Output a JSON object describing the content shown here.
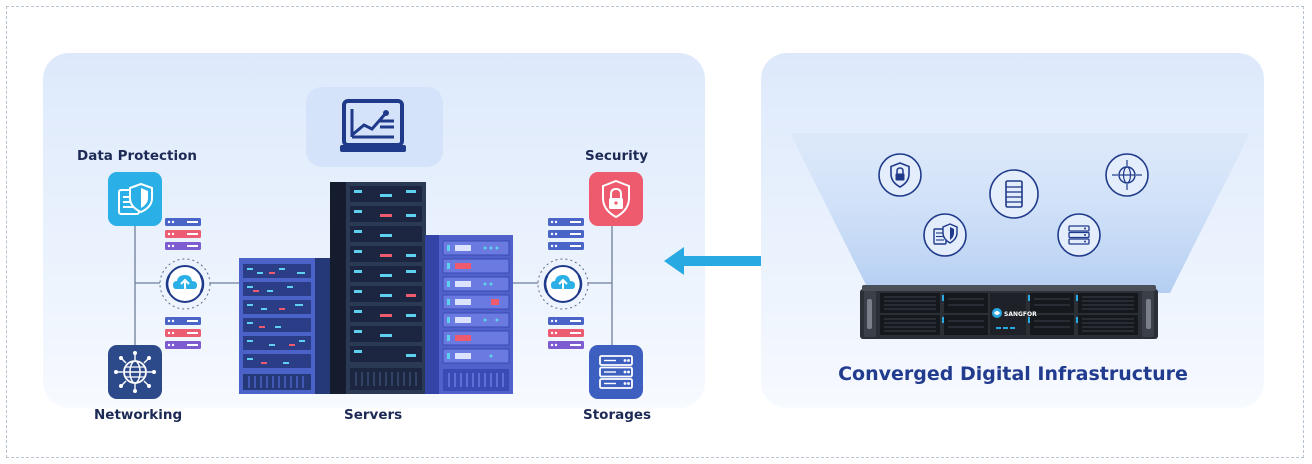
{
  "labels": {
    "data_protection": "Data Protection",
    "networking": "Networking",
    "servers": "Servers",
    "security": "Security",
    "storages": "Storages",
    "converged": "Converged Digital Infrastructure"
  },
  "appliance_brand": "SANGFOR",
  "colors": {
    "navy": "#1c2a55",
    "title_blue": "#213b8f",
    "accent_cyan": "#29a9e1",
    "security_pink": "#ee5b6e",
    "network_navy": "#2c4a8a",
    "storage_blue": "#3d5fc0",
    "rack_purple": "#5061cc",
    "rack_dark": "#2a3a55"
  },
  "icons": [
    "dashboard-laptop-icon",
    "data-protection-icon",
    "security-lock-icon",
    "network-globe-icon",
    "storage-server-icon",
    "cloud-upload-icon",
    "double-arrow-icon"
  ]
}
